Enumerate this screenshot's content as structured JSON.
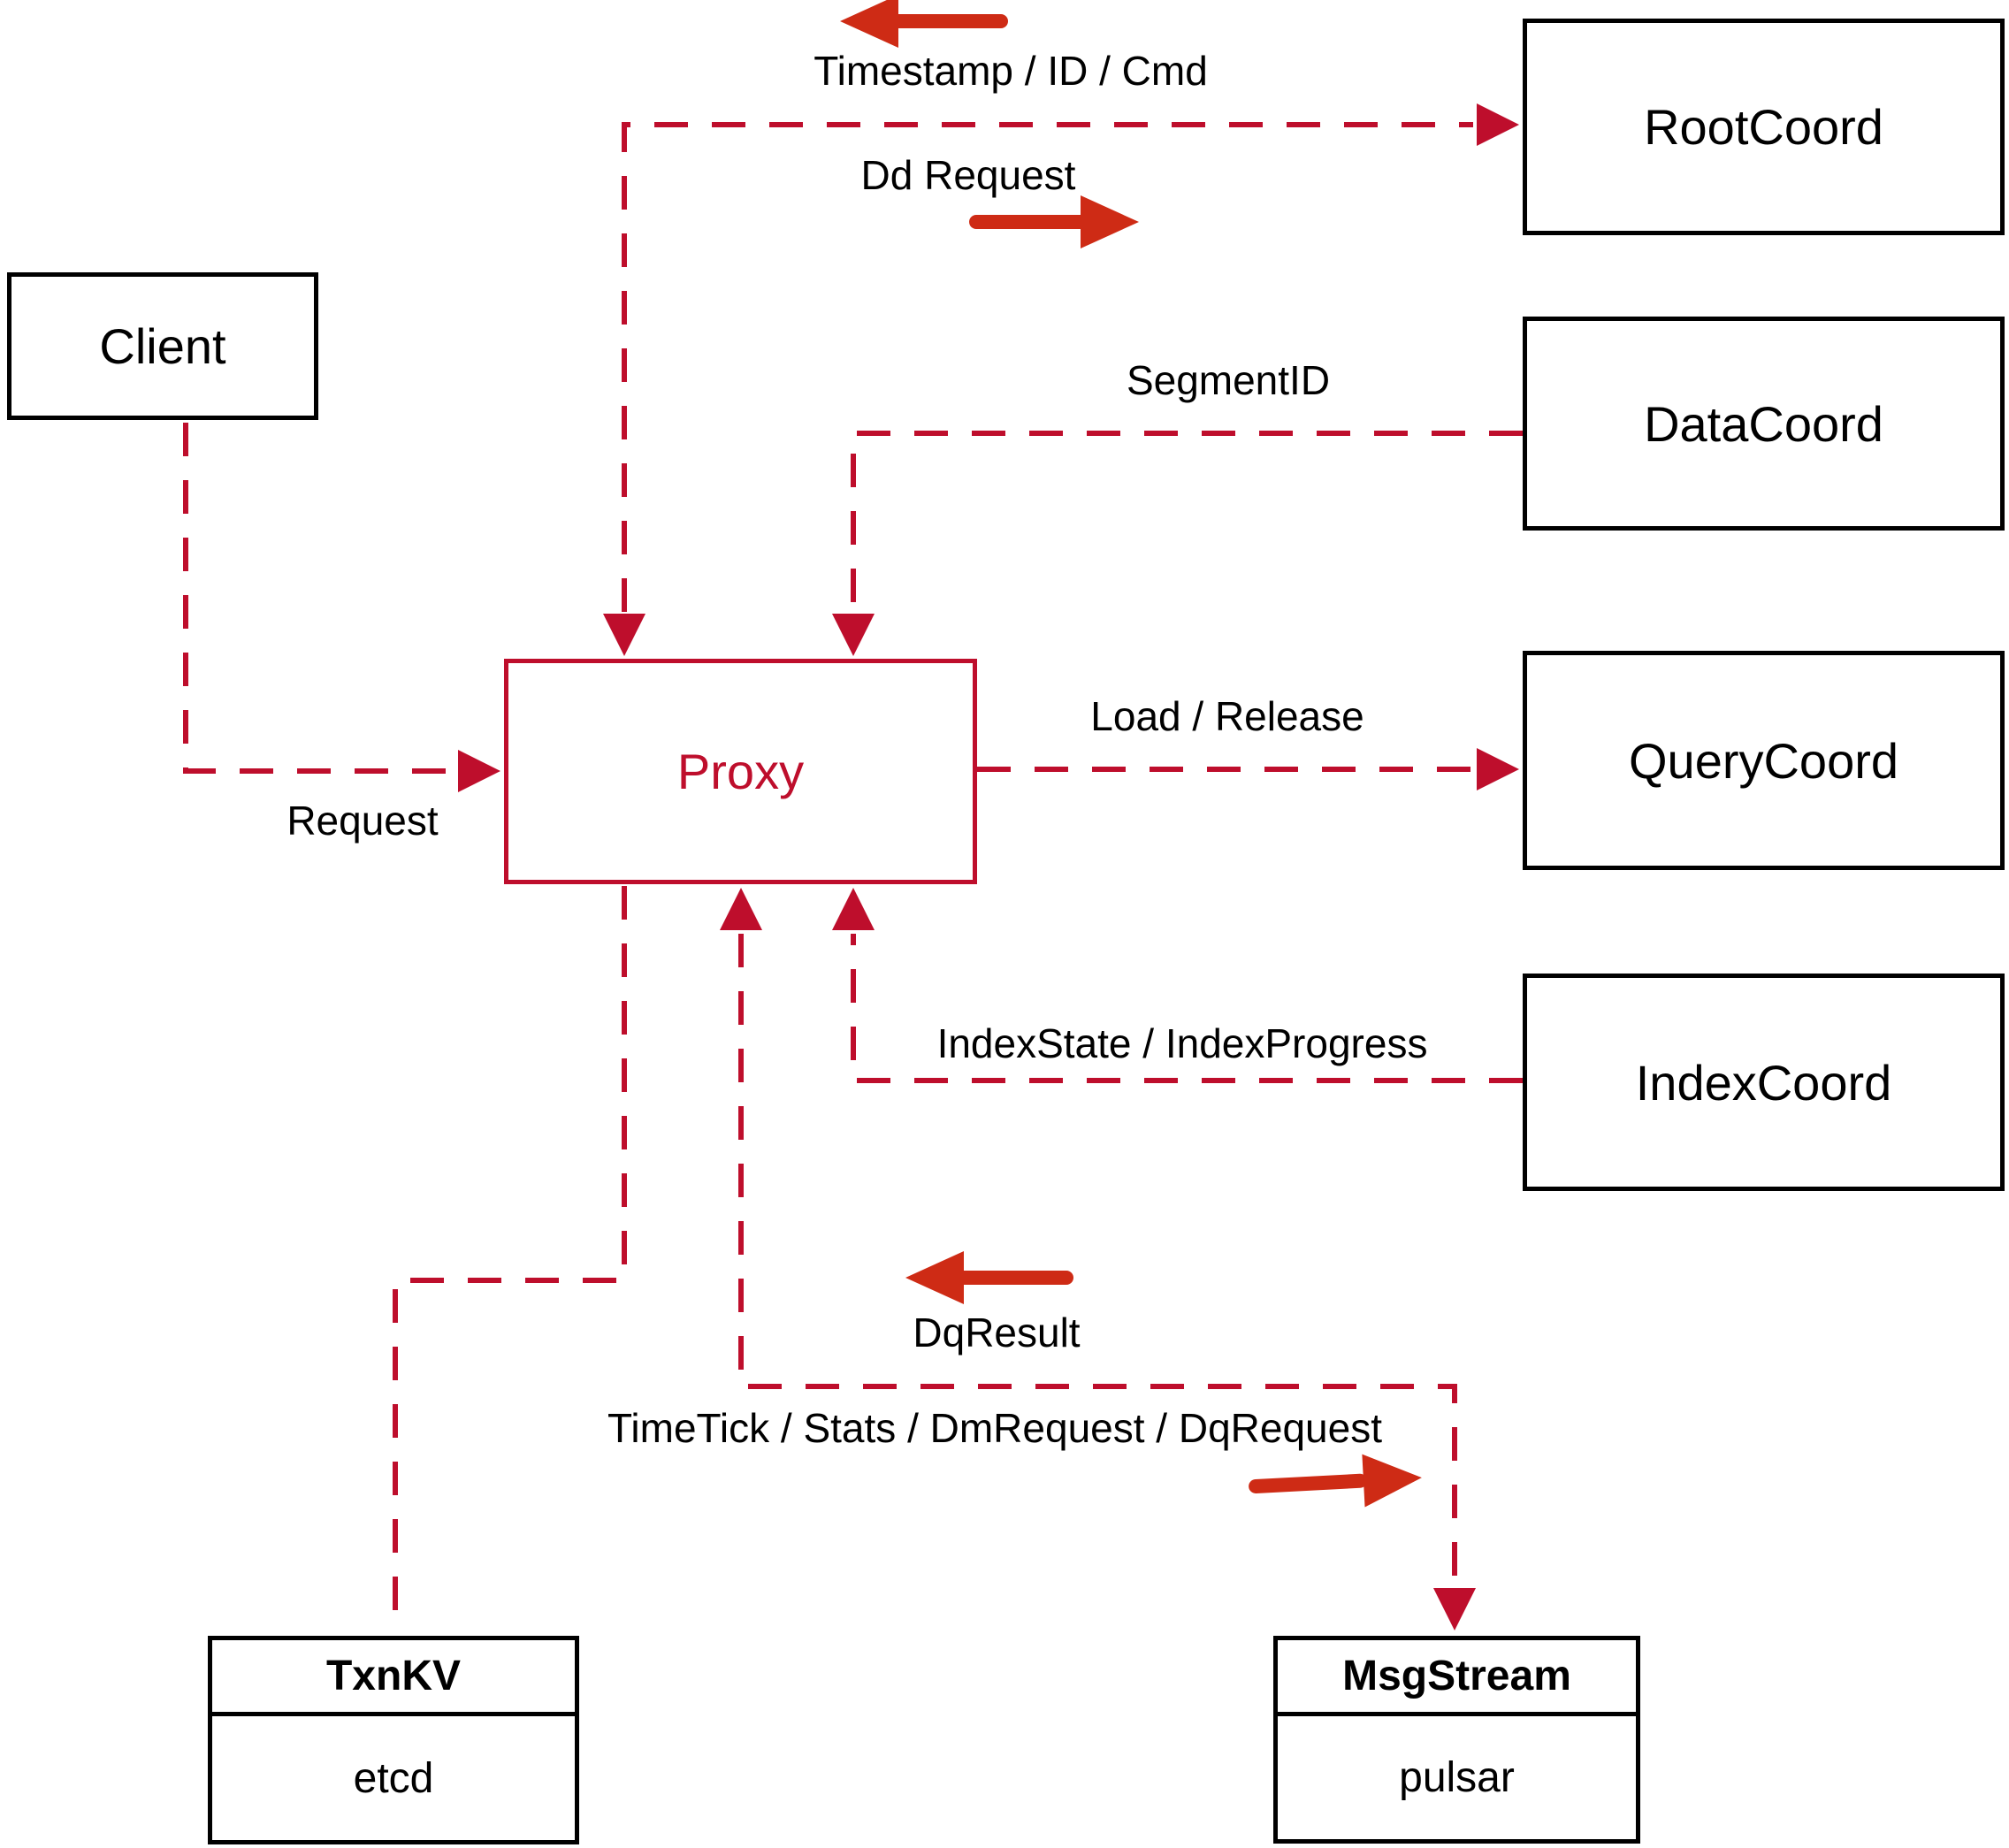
{
  "diagram": {
    "title": "Milvus Proxy architecture diagram",
    "colors": {
      "connector_red": "#BE0E2C",
      "arrow_red": "#CE2B15",
      "box_border": "#000000",
      "text": "#000000"
    },
    "nodes": {
      "client": {
        "label": "Client"
      },
      "proxy": {
        "label": "Proxy"
      },
      "root_coord": {
        "label": "RootCoord"
      },
      "data_coord": {
        "label": "DataCoord"
      },
      "query_coord": {
        "label": "QueryCoord"
      },
      "index_coord": {
        "label": "IndexCoord"
      },
      "txn_kv": {
        "title": "TxnKV",
        "impl": "etcd"
      },
      "msg_stream": {
        "title": "MsgStream",
        "impl": "pulsar"
      }
    },
    "edge_labels": {
      "request": "Request",
      "timestamp_id_cmd": "Timestamp / ID / Cmd",
      "dd_request": "Dd Request",
      "segment_id": "SegmentID",
      "load_release": "Load / Release",
      "index_state": "IndexState / IndexProgress",
      "dq_result": "DqResult",
      "timetick": "TimeTick / Stats / DmRequest / DqRequest"
    }
  }
}
